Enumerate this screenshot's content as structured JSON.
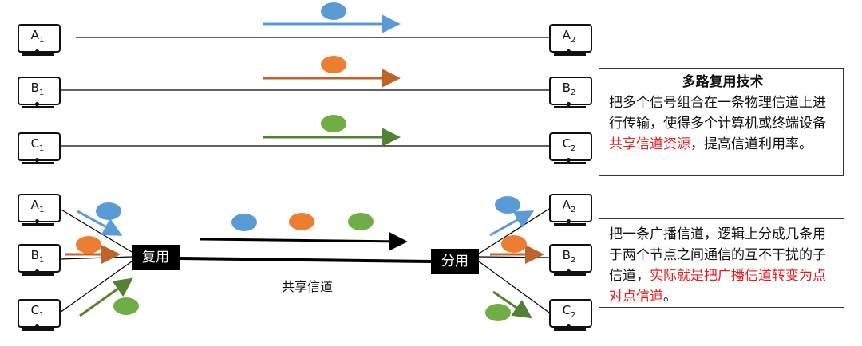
{
  "terminals": {
    "a1": {
      "letter": "A",
      "sub": "1"
    },
    "b1": {
      "letter": "B",
      "sub": "1"
    },
    "c1": {
      "letter": "C",
      "sub": "1"
    },
    "a2": {
      "letter": "A",
      "sub": "2"
    },
    "b2": {
      "letter": "B",
      "sub": "2"
    },
    "c2": {
      "letter": "C",
      "sub": "2"
    }
  },
  "mux_label": "复用",
  "demux_label": "分用",
  "shared_channel_label": "共享信道",
  "box1": {
    "title": "多路复用技术",
    "text_before": "把多个信号组合在一条物理信道上进行传输，使得多个计算机或终端设备",
    "highlight": "共享信道资源",
    "text_after": "，提高信道利用率。"
  },
  "box2": {
    "text_before": "把一条广播信道，逻辑上分成几条用于两个节点之间通信的互不干扰的子信道，",
    "highlight": "实际就是把广播信道转变为点对点信道",
    "text_after": "。"
  },
  "colors": {
    "blue": "#5b9bd5",
    "orange": "#ed7d31",
    "green": "#70ad47",
    "brown_arrow": "#c0632a",
    "green_arrow": "#548235",
    "red_text": "#e02020"
  }
}
